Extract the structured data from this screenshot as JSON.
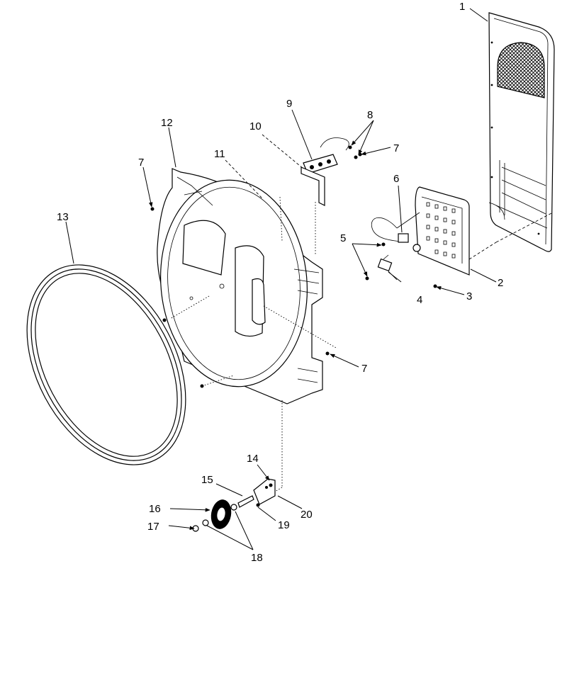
{
  "diagram": {
    "callouts": {
      "c1": "1",
      "c2": "2",
      "c3": "3",
      "c4": "4",
      "c5": "5",
      "c6": "6",
      "c7a": "7",
      "c7b": "7",
      "c7c": "7",
      "c8": "8",
      "c9": "9",
      "c10": "10",
      "c11": "11",
      "c12": "12",
      "c13": "13",
      "c14": "14",
      "c15": "15",
      "c16": "16",
      "c17": "17",
      "c18": "18",
      "c19": "19",
      "c20": "20"
    }
  }
}
